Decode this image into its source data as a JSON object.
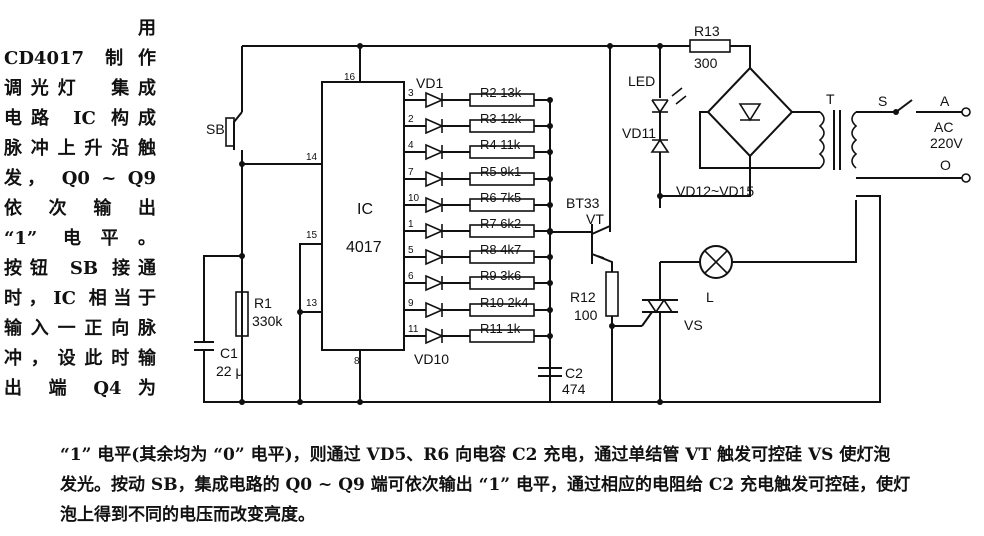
{
  "side_text": [
    "用",
    "CD4017 制作",
    "调光灯　集成",
    "电路 IC 构成",
    "脉冲上升沿触",
    "发，  Q0 ~ Q9",
    "依 次 输 出",
    "“1” 电平。",
    "按钮 SB 接通",
    "时，IC 相当于",
    "输入一正向脉",
    "冲，设此时输",
    "出 端  Q4  为"
  ],
  "bottom_text": [
    "“1” 电平(其余均为 “0” 电平)，则通过 VD5、R6 向电容 C2 充电，通过单结管 VT 触发可控硅 VS 使灯泡",
    "发光。按动 SB，集成电路的 Q0 ~ Q9 端可依次输出 “1” 电平，通过相应的电阻给 C2 充电触发可控硅，使灯",
    "泡上得到不同的电压而改变亮度。"
  ],
  "circuit": {
    "ic": {
      "name": "IC",
      "part": "4017",
      "pin_16": "16",
      "pin_14": "14",
      "pin_15": "15",
      "pin_13": "13",
      "pin_8": "8"
    },
    "switch_sb": "SB",
    "r1": {
      "name": "R1",
      "value": "330k"
    },
    "c1": {
      "name": "C1",
      "value": "22 μ"
    },
    "outputs": [
      {
        "pin": "3",
        "resistor": "R2",
        "value": "13k"
      },
      {
        "pin": "2",
        "resistor": "R3",
        "value": "12k"
      },
      {
        "pin": "4",
        "resistor": "R4",
        "value": "11k"
      },
      {
        "pin": "7",
        "resistor": "R5",
        "value": "9k1"
      },
      {
        "pin": "10",
        "resistor": "R6",
        "value": "7k5"
      },
      {
        "pin": "1",
        "resistor": "R7",
        "value": "6k2"
      },
      {
        "pin": "5",
        "resistor": "R8",
        "value": "4k7"
      },
      {
        "pin": "6",
        "resistor": "R9",
        "value": "3k6"
      },
      {
        "pin": "9",
        "resistor": "R10",
        "value": "2k4"
      },
      {
        "pin": "11",
        "resistor": "R11",
        "value": "1k"
      }
    ],
    "vd_first": "VD1",
    "vd_last": "VD10",
    "c2": {
      "name": "C2",
      "value": "474"
    },
    "vt": {
      "part": "BT33",
      "name": "VT"
    },
    "r12": {
      "name": "R12",
      "value": "100"
    },
    "r13": {
      "name": "R13",
      "value": "300"
    },
    "led": "LED",
    "vd11": "VD11",
    "bridge": "VD12~VD15",
    "transformer": "T",
    "switch_s": "S",
    "ac": {
      "a": "A",
      "type": "AC",
      "voltage": "220V",
      "o": "O"
    },
    "lamp": "L",
    "vs": "VS"
  }
}
